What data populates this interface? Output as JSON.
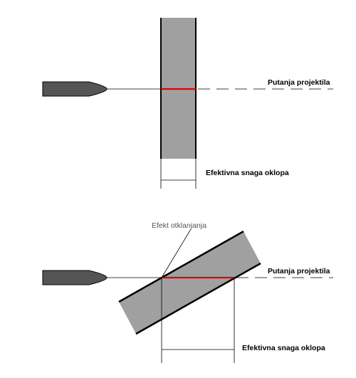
{
  "colors": {
    "armor_fill": "#a0a0a0",
    "armor_edge": "#000000",
    "projectile_fill": "#555555",
    "effective_path": "#e00000",
    "line": "#000000",
    "annotation_text": "#555555"
  },
  "top_diagram": {
    "trajectory_label": "Putanja projektila",
    "effective_label": "Efektivna snaga oklopa"
  },
  "bottom_diagram": {
    "deflection_label": "Efekt otklanjanja",
    "trajectory_label": "Putanja projektila",
    "effective_label": "Efektivna snaga oklopa"
  }
}
